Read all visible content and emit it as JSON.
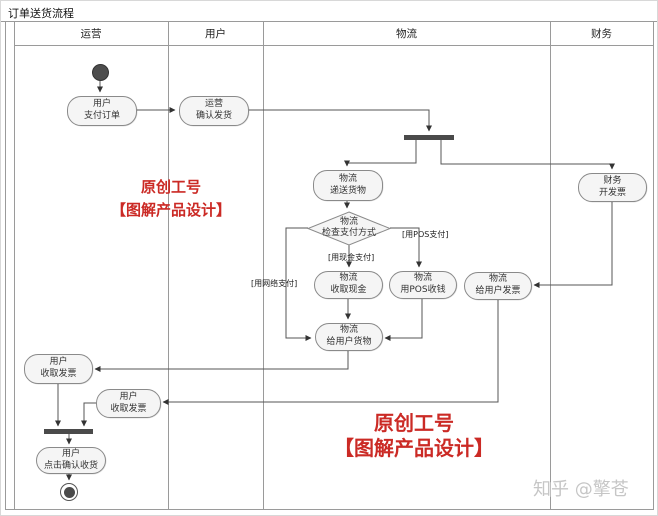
{
  "title": "订单送货流程",
  "lanes": [
    {
      "label": "运营"
    },
    {
      "label": "用户"
    },
    {
      "label": "物流"
    },
    {
      "label": "财务"
    }
  ],
  "nodes": {
    "pay_order": {
      "line1": "用户",
      "line2": "支付订单"
    },
    "confirm_ship": {
      "line1": "运营",
      "line2": "确认发货"
    },
    "deliver_goods": {
      "line1": "物流",
      "line2": "递送货物"
    },
    "check_payment": {
      "line1": "物流",
      "line2": "检查支付方式"
    },
    "collect_cash": {
      "line1": "物流",
      "line2": "收取现金"
    },
    "pos_collect": {
      "line1": "物流",
      "line2": "用POS收钱"
    },
    "give_goods": {
      "line1": "物流",
      "line2": "给用户货物"
    },
    "give_invoice": {
      "line1": "物流",
      "line2": "给用户发票"
    },
    "issue_invoice": {
      "line1": "财务",
      "line2": "开发票"
    },
    "receive_invoice_1": {
      "line1": "用户",
      "line2": "收取发票"
    },
    "receive_invoice_2": {
      "line1": "用户",
      "line2": "收取发票"
    },
    "confirm_receipt": {
      "line1": "用户",
      "line2": "点击确认收货"
    }
  },
  "edge_labels": {
    "cash": "[用现金支付]",
    "pos": "[用POS支付]",
    "network": "[用网络支付]"
  },
  "watermarks": {
    "badge_line1": "原创工号",
    "badge_line2": "【图解产品设计】",
    "zhihu": "知乎 @擎苍"
  },
  "colors": {
    "watermark_red": "#cb2a25",
    "node_fill": "#f5f5f5",
    "node_border": "#8a8a8a",
    "bar_fill": "#4a4a4a",
    "line": "#9a9a9a"
  }
}
